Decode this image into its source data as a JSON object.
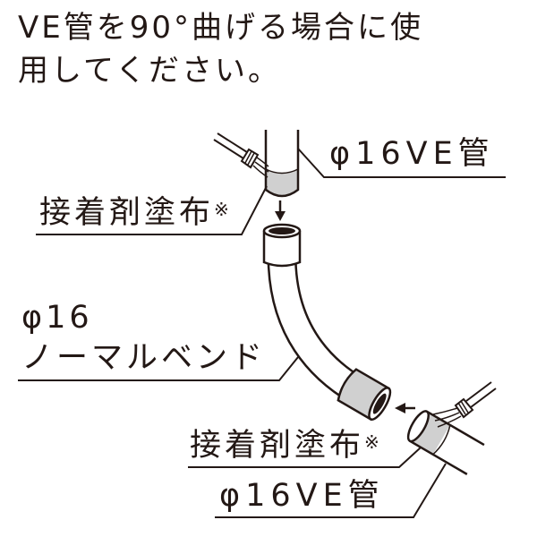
{
  "instruction": {
    "line1": "VE管を90°曲げる場合に使",
    "line2": "用してください。"
  },
  "labels": {
    "pipe_top": "φ16VE管",
    "adhesive_top": {
      "text": "接着剤塗布",
      "mark": "※"
    },
    "bend": {
      "line1": "φ16",
      "line2": "ノーマルベンド"
    },
    "adhesive_bottom": {
      "text": "接着剤塗布",
      "mark": "※"
    },
    "pipe_bottom": "φ16VE管"
  }
}
